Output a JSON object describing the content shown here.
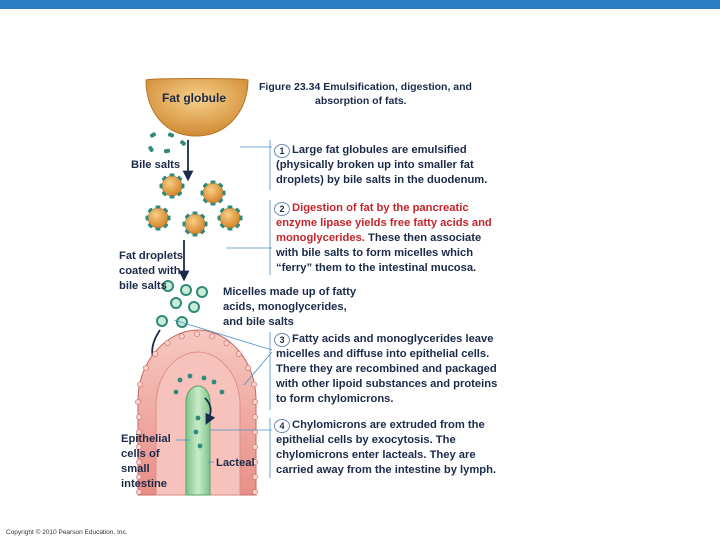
{
  "figure": {
    "title_line1": "Figure 23.34  Emulsification, digestion, and",
    "title_line2": "absorption of fats."
  },
  "labels": {
    "fat_globule": "Fat globule",
    "bile_salts": "Bile salts",
    "fat_droplets": [
      "Fat droplets",
      "coated with",
      "bile salts"
    ],
    "micelles": [
      "Micelles made up of fatty",
      "acids, monoglycerides,",
      "and bile salts"
    ],
    "epithelial": [
      "Epithelial",
      "cells of",
      "small",
      "intestine"
    ],
    "lacteal": "Lacteal"
  },
  "steps": [
    {
      "number": "1",
      "lines_red": [],
      "lines": [
        "Large fat globules are emulsified",
        "(physically broken up into smaller fat",
        "droplets) by bile salts in the duodenum."
      ]
    },
    {
      "number": "2",
      "lines_red": [
        "Digestion of fat by the pancreatic",
        "enzyme lipase yields free fatty acids and",
        "monoglycerides."
      ],
      "tail_of_red_line": " These then associate",
      "lines": [
        "with bile salts to form micelles which",
        "“ferry” them to the intestinal mucosa."
      ]
    },
    {
      "number": "3",
      "lines_red": [],
      "lines": [
        "Fatty acids and monoglycerides leave",
        "micelles and diffuse into epithelial cells.",
        "There they are recombined and packaged",
        "with other lipoid substances and proteins",
        "to form chylomicrons."
      ]
    },
    {
      "number": "4",
      "lines_red": [],
      "lines": [
        "Chylomicrons are extruded from the",
        "epithelial cells by exocytosis. The",
        "chylomicrons enter lacteals. They are",
        "carried away from the intestine by lymph."
      ]
    }
  ],
  "copyright": "Copyright © 2010 Pearson Education, Inc.",
  "colors": {
    "accent_bar": "#2b7cc2",
    "fat": "#e2a24a",
    "bile_salt": "#2f8a7a",
    "red_text": "#c4242b",
    "villus": "#f0a8a0",
    "lacteal": "#9fd3a7"
  }
}
